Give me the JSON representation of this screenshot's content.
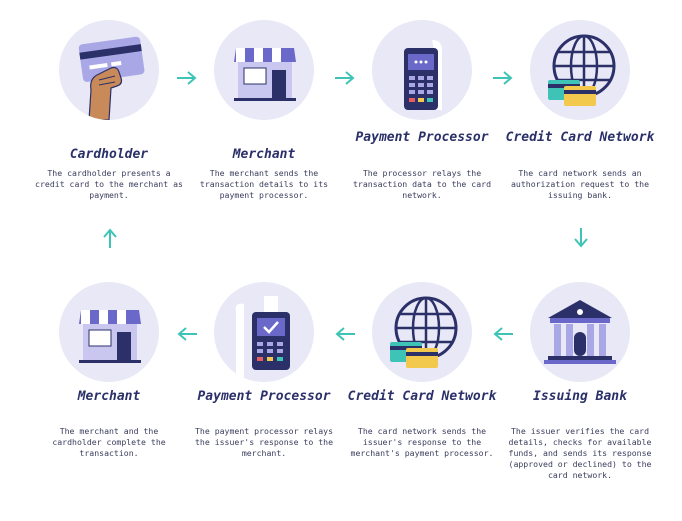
{
  "steps": [
    {
      "title": "Cardholder",
      "desc": "The cardholder presents a credit card to the merchant as payment.",
      "icon": "hand-card-icon"
    },
    {
      "title": "Merchant",
      "desc": "The merchant sends the transaction details to its payment processor.",
      "icon": "storefront-icon"
    },
    {
      "title": "Payment Processor",
      "desc": "The processor relays the transaction data to the card network.",
      "icon": "card-terminal-icon"
    },
    {
      "title": "Credit Card Network",
      "desc": "The card network sends an authorization request to the issuing bank.",
      "icon": "globe-cards-icon"
    },
    {
      "title": "Issuing Bank",
      "desc": "The issuer verifies the card details, checks for available funds, and sends its response (approved or declined) to the card network.",
      "icon": "bank-building-icon"
    },
    {
      "title": "Credit Card Network",
      "desc": "The card network sends the issuer's response to the merchant's payment processor.",
      "icon": "globe-cards-icon"
    },
    {
      "title": "Payment Processor",
      "desc": "The payment processor relays the issuer's response to the merchant.",
      "icon": "card-terminal-approved-icon"
    },
    {
      "title": "Merchant",
      "desc": "The merchant and the cardholder complete the transaction.",
      "icon": "storefront-icon"
    }
  ],
  "colors": {
    "accent": "#3ec4b7",
    "navy": "#2b3068",
    "circle": "#e8e8f6",
    "purple": "#6a68c8"
  }
}
